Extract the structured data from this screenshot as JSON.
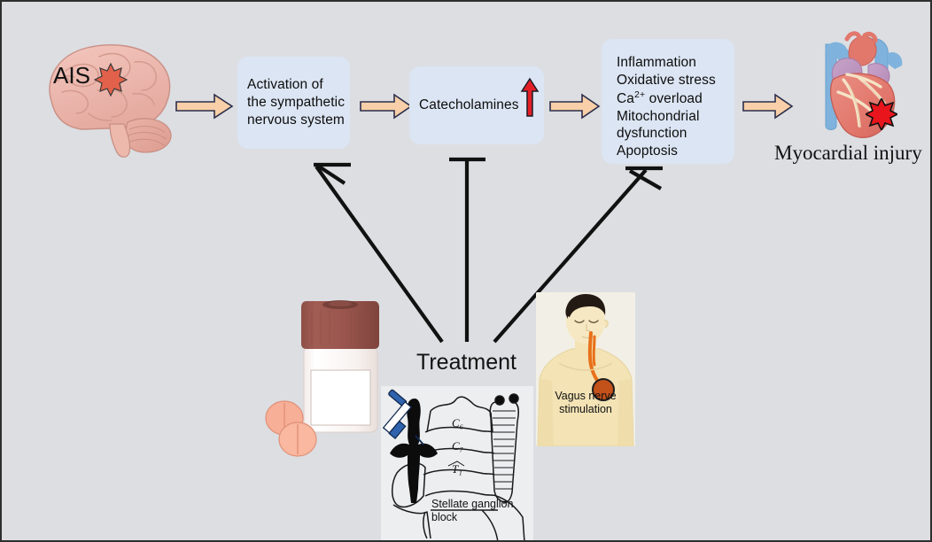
{
  "figure": {
    "background_color": "#dcdee2",
    "border_color": "#2e2e2e"
  },
  "pathway": {
    "brain": {
      "label": "AIS",
      "icon": "brain-icon",
      "lesion_icon": "stroke-lesion-star-icon",
      "lesion_color": "#e2614a"
    },
    "boxes": [
      {
        "name": "sympathetic-activation",
        "text": "Activation of\nthe sympathetic\nnervous system",
        "fill": "#dce5f3"
      },
      {
        "name": "catecholamines",
        "text": "Catecholamines",
        "fill": "#dce5f3",
        "indicator": "up-arrow-icon",
        "indicator_color": "#e31f26"
      },
      {
        "name": "myocardial-mechanisms",
        "lines": [
          "Inflammation",
          "Oxidative stress",
          "Ca",
          "overload",
          "Mitochondrial",
          "dysfunction",
          "Apoptosis"
        ],
        "ca_superscript": "2+",
        "fill": "#dce5f3"
      }
    ],
    "arrows": {
      "icon": "right-block-arrow-icon",
      "fill": "#f8cfa8",
      "stroke": "#2b2e4a",
      "count": 4
    },
    "outcome": {
      "label": "Myocardial injury",
      "icon": "heart-icon",
      "injury_icon": "injury-burst-icon",
      "injury_color": "#e8151c"
    }
  },
  "treatment": {
    "title": "Treatment",
    "inhibition_icon": "inhibition-t-bar-icon",
    "inhibition_count": 3,
    "modalities": [
      {
        "name": "pharmacotherapy",
        "icon": "pill-bottle-icon",
        "cap_color": "#9c5a51",
        "pill_color": "#f5a78f",
        "caption": ""
      },
      {
        "name": "stellate-ganglion-block",
        "icon": "stellate-ganglion-block-icon",
        "caption": "Stellate ganglion\nblock",
        "vertebra_labels": [
          "C₆",
          "C₇",
          "T₁"
        ]
      },
      {
        "name": "vagus-nerve-stimulation",
        "icon": "vagus-nerve-stimulation-icon",
        "caption": "Vagus nerve\nstimulation",
        "nerve_color": "#e8711a",
        "device_color": "#c2511a"
      }
    ]
  }
}
